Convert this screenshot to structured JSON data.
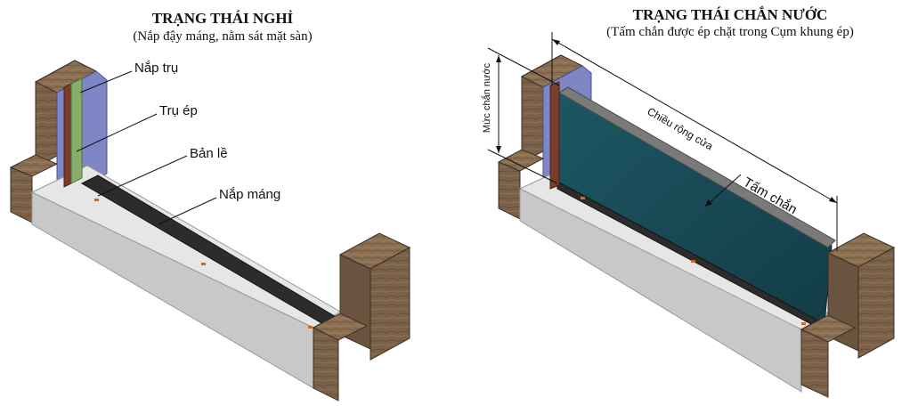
{
  "left_panel": {
    "title": "TRẠNG THÁI NGHỈ",
    "subtitle": "(Nắp đậy máng, nằm sát mặt sàn)",
    "labels": {
      "post_cap": "Nắp trụ",
      "press_post": "Trụ ép",
      "hinge": "Bản lề",
      "trough_cover": "Nắp máng"
    }
  },
  "right_panel": {
    "title": "TRẠNG THÁI CHẮN NƯỚC",
    "subtitle": "(Tấm chắn được ép chặt trong Cụm khung ép)",
    "labels": {
      "water_level": "Mức chắn nước",
      "door_width": "Chiều rộng cửa",
      "barrier_panel": "Tấm chắn"
    }
  },
  "colors": {
    "wall_wood": "#7a6148",
    "wall_wood_dark": "#5e4a36",
    "concrete_top": "#e6e6e6",
    "concrete_side": "#c7c7c7",
    "trough": "#2c2c2c",
    "wall_blue": "#7f86c6",
    "post_brown": "#7a3d2c",
    "post_green": "#86b06a",
    "barrier_teal": "#174a55",
    "barrier_frame": "#6d6d6d",
    "hinge_orange": "#c96a30"
  }
}
